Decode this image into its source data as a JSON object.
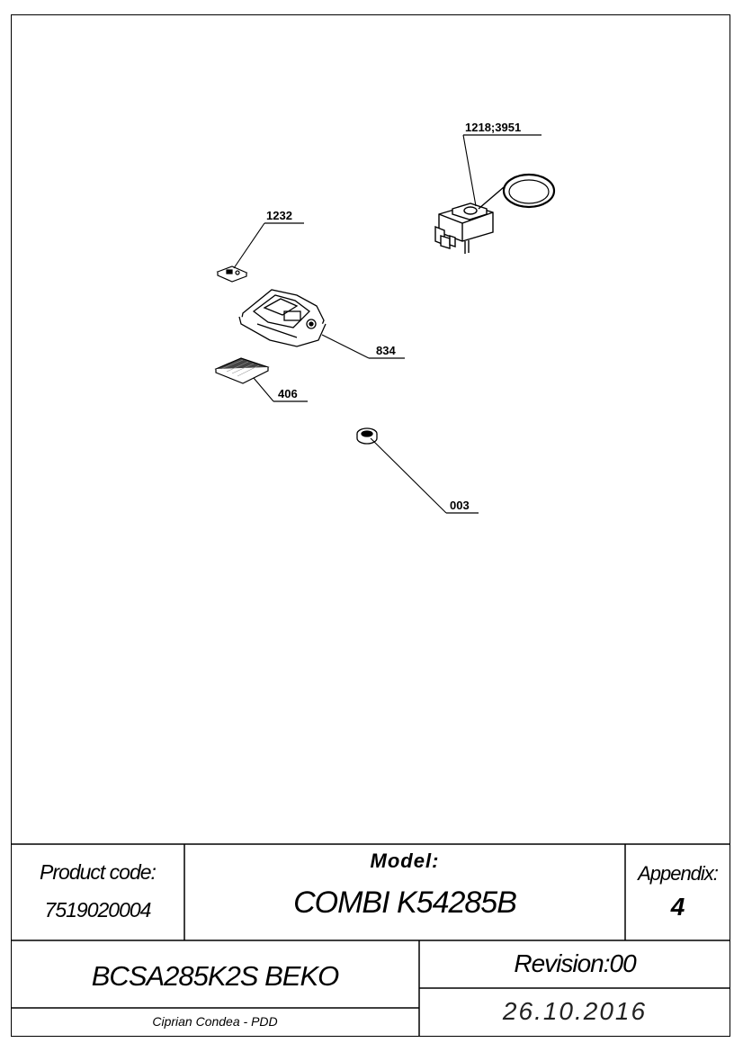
{
  "diagram": {
    "callouts": [
      {
        "id": "c-1218",
        "label": "1218;3951"
      },
      {
        "id": "c-1232",
        "label": "1232"
      },
      {
        "id": "c-834",
        "label": "834"
      },
      {
        "id": "c-406",
        "label": "406"
      },
      {
        "id": "c-003",
        "label": "003"
      }
    ]
  },
  "title_block": {
    "product_code_label": "Product code:",
    "product_code": "7519020004",
    "model_label": "Model:",
    "model": "COMBI K54285B",
    "appendix_label": "Appendix:",
    "appendix": "4",
    "product_name": "BCSA285K2S BEKO",
    "revision": "Revision:00",
    "author": "Ciprian Condea - PDD",
    "date": "26.10.2016"
  }
}
